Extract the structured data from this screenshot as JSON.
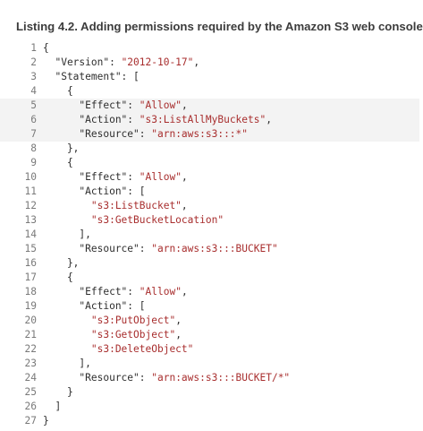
{
  "caption": "Listing 4.2. Adding permissions required by the Amazon S3 web console",
  "code_lines": [
    {
      "n": "1",
      "segments": [
        [
          "pl",
          "{"
        ]
      ]
    },
    {
      "n": "2",
      "segments": [
        [
          "pl",
          "  \"Version\": "
        ],
        [
          "str",
          "\"2012-10-17\""
        ],
        [
          "pl",
          ","
        ]
      ]
    },
    {
      "n": "3",
      "segments": [
        [
          "pl",
          "  \"Statement\": ["
        ]
      ]
    },
    {
      "n": "4",
      "segments": [
        [
          "pl",
          "    {"
        ]
      ]
    },
    {
      "n": "5",
      "segments": [
        [
          "pl",
          "      \"Effect\": "
        ],
        [
          "str",
          "\"Allow\""
        ],
        [
          "pl",
          ","
        ]
      ],
      "highlight": true
    },
    {
      "n": "6",
      "segments": [
        [
          "pl",
          "      \"Action\": "
        ],
        [
          "str",
          "\"s3:ListAllMyBuckets\""
        ],
        [
          "pl",
          ","
        ]
      ],
      "highlight": true
    },
    {
      "n": "7",
      "segments": [
        [
          "pl",
          "      \"Resource\": "
        ],
        [
          "str",
          "\"arn:aws:s3:::*\""
        ]
      ],
      "highlight": true
    },
    {
      "n": "8",
      "segments": [
        [
          "pl",
          "    },"
        ]
      ]
    },
    {
      "n": "9",
      "segments": [
        [
          "pl",
          "    {"
        ]
      ]
    },
    {
      "n": "10",
      "segments": [
        [
          "pl",
          "      \"Effect\": "
        ],
        [
          "str",
          "\"Allow\""
        ],
        [
          "pl",
          ","
        ]
      ]
    },
    {
      "n": "11",
      "segments": [
        [
          "pl",
          "      \"Action\": ["
        ]
      ]
    },
    {
      "n": "12",
      "segments": [
        [
          "str",
          "        \"s3:ListBucket\""
        ],
        [
          "pl",
          ","
        ]
      ]
    },
    {
      "n": "13",
      "segments": [
        [
          "str",
          "        \"s3:GetBucketLocation\""
        ]
      ]
    },
    {
      "n": "14",
      "segments": [
        [
          "pl",
          "      ],"
        ]
      ]
    },
    {
      "n": "15",
      "segments": [
        [
          "pl",
          "      \"Resource\": "
        ],
        [
          "str",
          "\"arn:aws:s3:::BUCKET\""
        ]
      ]
    },
    {
      "n": "16",
      "segments": [
        [
          "pl",
          "    },"
        ]
      ]
    },
    {
      "n": "17",
      "segments": [
        [
          "pl",
          "    {"
        ]
      ]
    },
    {
      "n": "18",
      "segments": [
        [
          "pl",
          "      \"Effect\": "
        ],
        [
          "str",
          "\"Allow\""
        ],
        [
          "pl",
          ","
        ]
      ]
    },
    {
      "n": "19",
      "segments": [
        [
          "pl",
          "      \"Action\": ["
        ]
      ]
    },
    {
      "n": "20",
      "segments": [
        [
          "str",
          "        \"s3:PutObject\""
        ],
        [
          "pl",
          ","
        ]
      ]
    },
    {
      "n": "21",
      "segments": [
        [
          "str",
          "        \"s3:GetObject\""
        ],
        [
          "pl",
          ","
        ]
      ]
    },
    {
      "n": "22",
      "segments": [
        [
          "str",
          "        \"s3:DeleteObject\""
        ]
      ]
    },
    {
      "n": "23",
      "segments": [
        [
          "pl",
          "      ],"
        ]
      ]
    },
    {
      "n": "24",
      "segments": [
        [
          "pl",
          "      \"Resource\": "
        ],
        [
          "str",
          "\"arn:aws:s3:::BUCKET/*\""
        ]
      ]
    },
    {
      "n": "25",
      "segments": [
        [
          "pl",
          "    }"
        ]
      ]
    },
    {
      "n": "26",
      "segments": [
        [
          "pl",
          "  ]"
        ]
      ]
    },
    {
      "n": "27",
      "segments": [
        [
          "pl",
          "}"
        ]
      ]
    }
  ],
  "colors": {
    "caption": "#3c3c3c",
    "line_number": "#7a7a7a",
    "punctuation": "#2e2e2e",
    "string": "#a82e2e",
    "highlight_background": "#f3f3f3"
  }
}
